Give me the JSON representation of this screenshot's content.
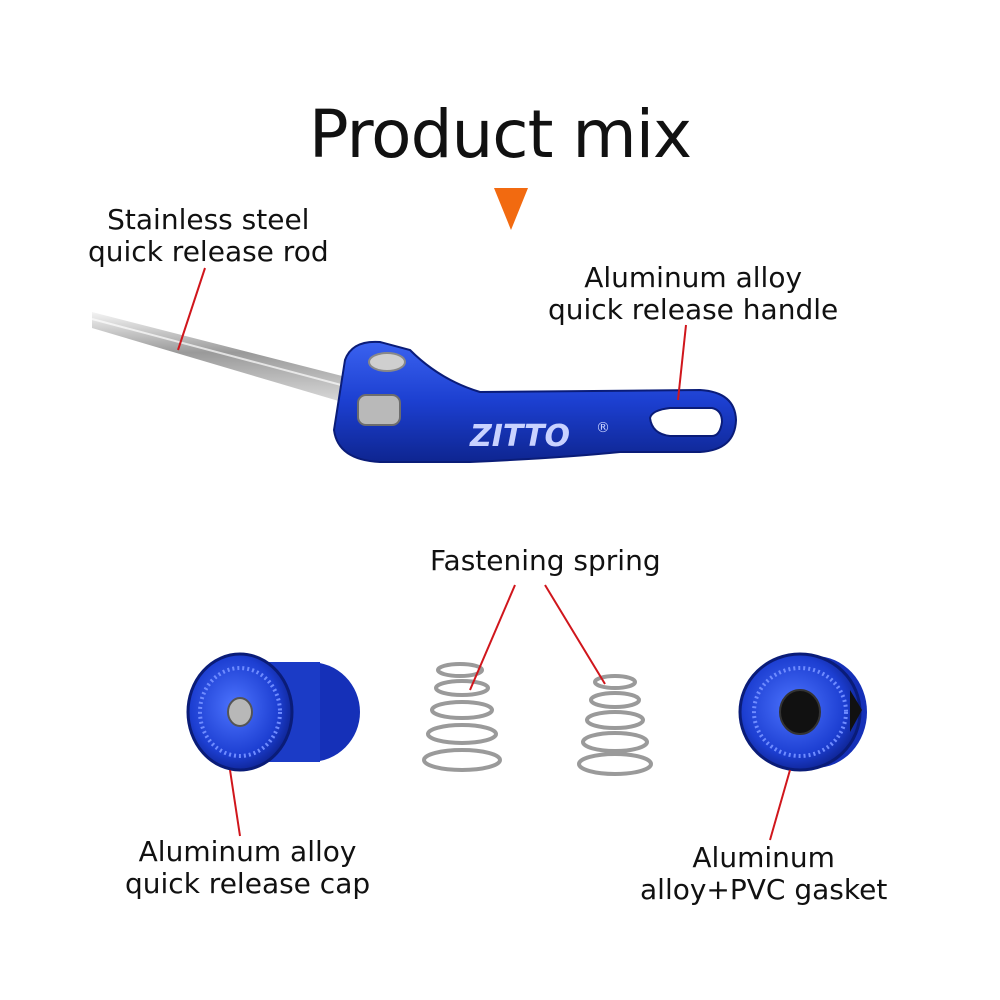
{
  "title": "Product mix",
  "accent_color": "#f26a10",
  "part_color": "#1c3fd0",
  "callout_line_color": "#d0161c",
  "brand": {
    "logo_text": "ZITTO",
    "registered_mark": "®"
  },
  "labels": {
    "rod": {
      "line1": "Stainless steel",
      "line2": "quick release rod"
    },
    "handle": {
      "line1": "Aluminum alloy",
      "line2": "quick release handle"
    },
    "spring": {
      "line1": "Fastening spring"
    },
    "cap": {
      "line1": "Aluminum alloy",
      "line2": "quick release cap"
    },
    "gasket": {
      "line1": "Aluminum",
      "line2": "alloy+PVC gasket"
    }
  }
}
